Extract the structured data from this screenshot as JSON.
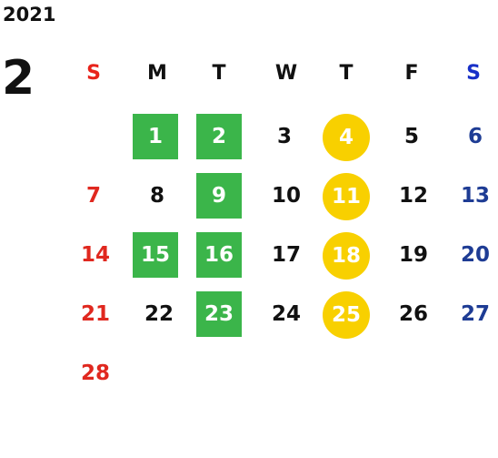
{
  "year": "2021",
  "month": "2",
  "weekdays": [
    "S",
    "M",
    "T",
    "W",
    "T",
    "F",
    "S"
  ],
  "weeks": [
    [
      "",
      "1",
      "2",
      "3",
      "4",
      "5",
      "6"
    ],
    [
      "7",
      "8",
      "9",
      "10",
      "11",
      "12",
      "13"
    ],
    [
      "14",
      "15",
      "16",
      "17",
      "18",
      "19",
      "20"
    ],
    [
      "21",
      "22",
      "23",
      "24",
      "25",
      "26",
      "27"
    ],
    [
      "28",
      "",
      "",
      "",
      "",
      "",
      ""
    ]
  ],
  "colors": {
    "sunday": "#e0281f",
    "saturday": "#1e3c94",
    "green_highlight": "#3bb54a",
    "yellow_highlight": "#f8d000"
  }
}
